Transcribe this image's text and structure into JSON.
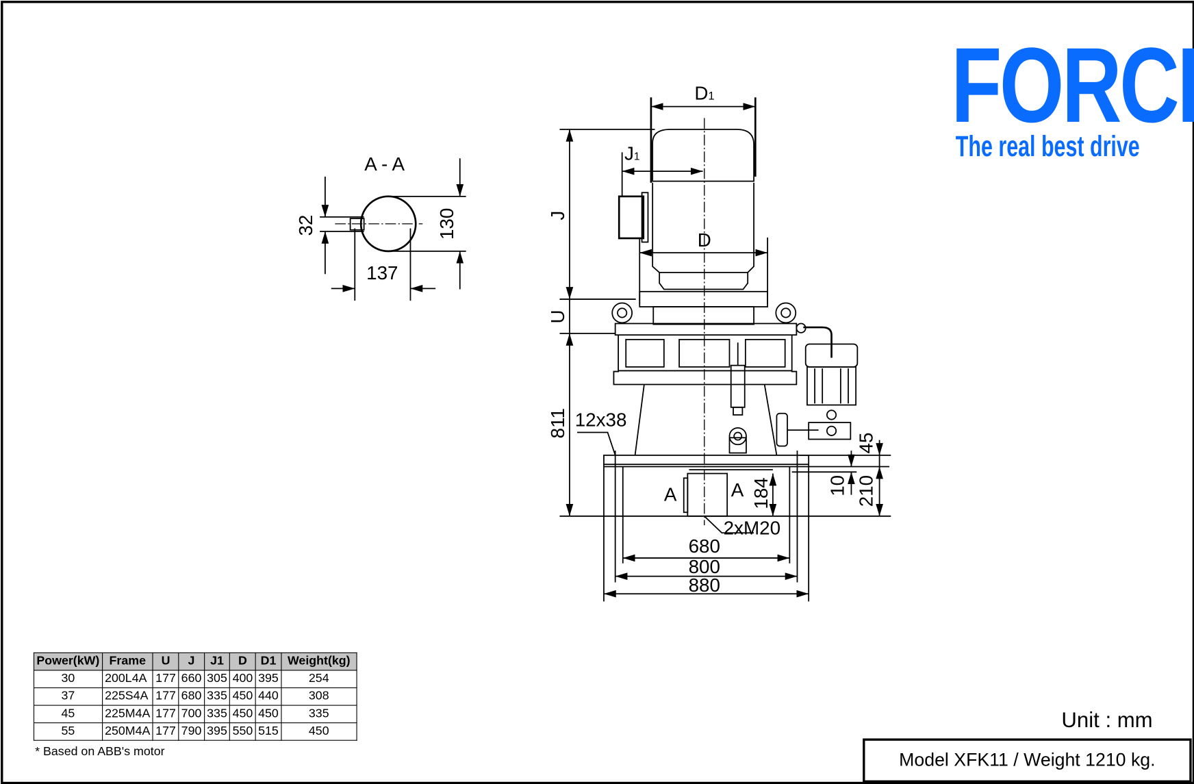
{
  "logo": {
    "brand": "FORCE",
    "tagline": "The real best drive",
    "color": "#0a6cff"
  },
  "section": {
    "title": "A - A",
    "dims": {
      "key_width": "32",
      "shaft_height": "130",
      "shaft_width": "137"
    }
  },
  "drawing": {
    "labels": {
      "D1": "D",
      "D1_sub": "1",
      "J1": "J",
      "J1_sub": "1",
      "D": "D",
      "J": "J",
      "U": "U",
      "h811": "811",
      "bolt": "12x38",
      "sectionA_left": "A",
      "sectionA_right": "A",
      "h184": "184",
      "holes": "2xM20",
      "w680": "680",
      "w800": "800",
      "w880": "880",
      "h45": "45",
      "h10": "10",
      "h210": "210"
    }
  },
  "table": {
    "headers": [
      "Power(kW)",
      "Frame",
      "U",
      "J",
      "J1",
      "D",
      "D1",
      "Weight(kg)"
    ],
    "rows": [
      [
        "30",
        "200L4A",
        "177",
        "660",
        "305",
        "400",
        "395",
        "254"
      ],
      [
        "37",
        "225S4A",
        "177",
        "680",
        "335",
        "450",
        "440",
        "308"
      ],
      [
        "45",
        "225M4A",
        "177",
        "700",
        "335",
        "450",
        "450",
        "335"
      ],
      [
        "55",
        "250M4A",
        "177",
        "790",
        "395",
        "550",
        "515",
        "450"
      ]
    ],
    "note": "* Based on ABB's motor"
  },
  "unit": "Unit : mm",
  "model": "Model XFK11 / Weight 1210 kg."
}
